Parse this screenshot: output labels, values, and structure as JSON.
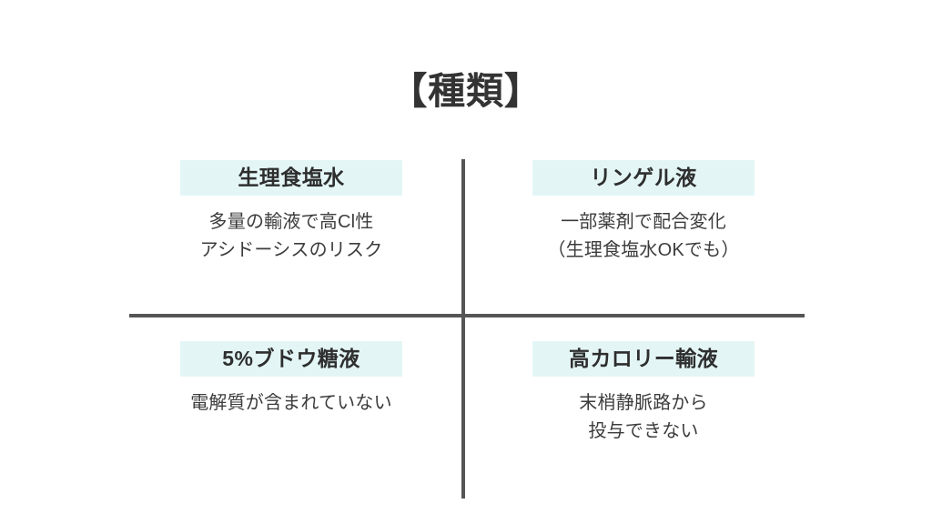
{
  "slide": {
    "title": "【種類】",
    "colors": {
      "background": "#ffffff",
      "title_text": "#333333",
      "header_pill_background": "#e3f6f5",
      "header_text": "#2e2e2e",
      "body_text": "#3c3c3c",
      "divider": "#555555"
    }
  },
  "quadrants": [
    {
      "position": "top-left",
      "header": "生理食塩水",
      "body_lines": [
        "多量の輸液で高Cl性",
        "アシドーシスのリスク"
      ]
    },
    {
      "position": "top-right",
      "header": "リンゲル液",
      "body_lines": [
        "一部薬剤で配合変化",
        "（生理食塩水OKでも）"
      ]
    },
    {
      "position": "bottom-left",
      "header": "5%ブドウ糖液",
      "body_lines": [
        "電解質が含まれていない"
      ]
    },
    {
      "position": "bottom-right",
      "header": "高カロリー輸液",
      "body_lines": [
        "末梢静脈路から",
        "投与できない"
      ]
    }
  ]
}
